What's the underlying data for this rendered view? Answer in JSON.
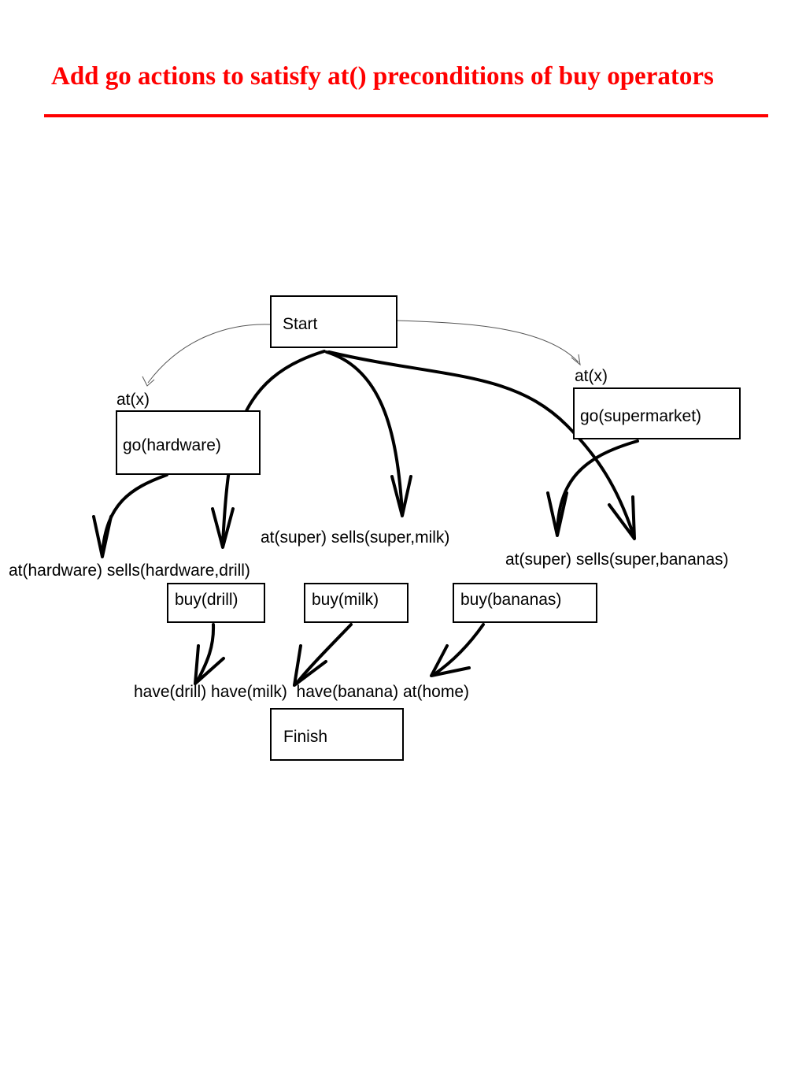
{
  "title": "Add go actions to satisfy at() preconditions of buy operators",
  "nodes": {
    "start": "Start",
    "go_hardware": "go(hardware)",
    "go_supermarket": "go(supermarket)",
    "buy_drill": "buy(drill)",
    "buy_milk": "buy(milk)",
    "buy_bananas": "buy(bananas)",
    "finish": "Finish"
  },
  "conditions": {
    "go_hardware_pre": "at(x)",
    "go_supermarket_pre": "at(x)",
    "buy_drill_pre": "at(hardware) sells(hardware,drill)",
    "buy_milk_pre": "at(super) sells(super,milk)",
    "buy_bananas_pre": "at(super) sells(super,bananas)",
    "finish_pre": "have(drill) have(milk)  have(banana) at(home)"
  }
}
